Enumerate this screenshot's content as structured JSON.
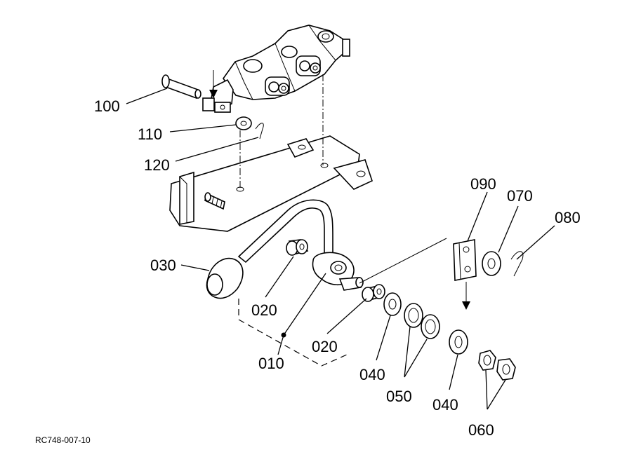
{
  "callouts": {
    "p100": "100",
    "p110": "110",
    "p120": "120",
    "p030": "030",
    "p020a": "020",
    "p020b": "020",
    "p010": "010",
    "p040a": "040",
    "p050": "050",
    "p040b": "040",
    "p060": "060",
    "p090": "090",
    "p070": "070",
    "p080": "080"
  },
  "reference_code": "RC748-007-10"
}
